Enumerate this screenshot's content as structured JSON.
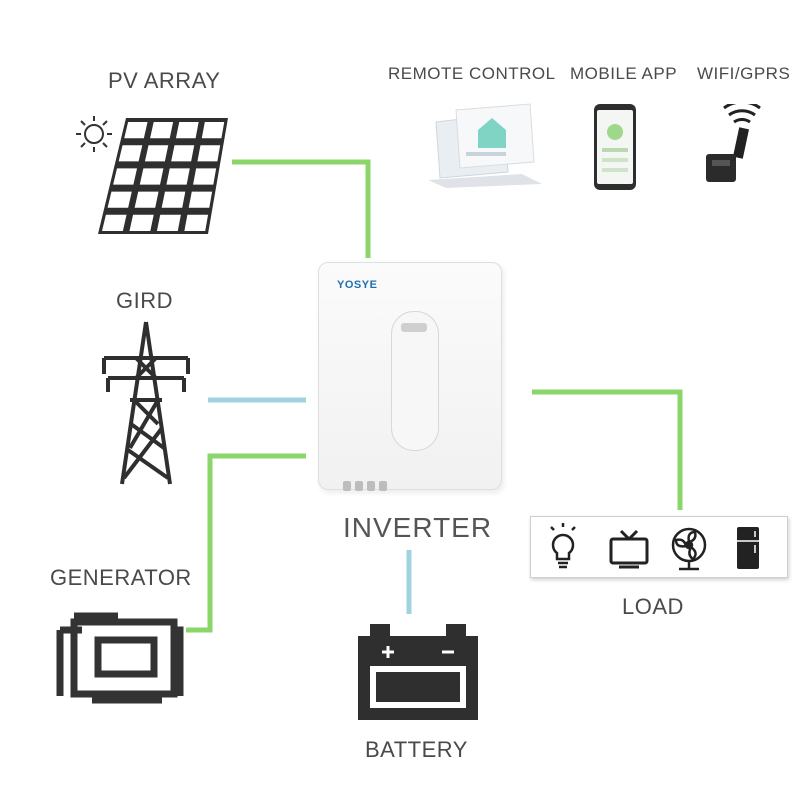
{
  "labels": {
    "pv_array": "PV ARRAY",
    "remote_control": "REMOTE CONTROL",
    "mobile_app": "MOBILE APP",
    "wifi_gprs": "WIFI/GPRS",
    "grid": "GIRD",
    "generator": "GENERATOR",
    "inverter": "INVERTER",
    "load": "LOAD",
    "battery": "BATTERY",
    "inverter_logo": "YOSYE"
  },
  "colors": {
    "green_wire": "#8bd66b",
    "blue_wire": "#9fd3e0",
    "icon_dark": "#3a3a3a",
    "text": "#4a4a4a",
    "logo_blue": "#1f6fb0"
  },
  "icons": {
    "pv": "solar-panel-icon",
    "sun": "sun-icon",
    "laptop": "laptop-icon",
    "phone": "phone-icon",
    "wifi": "wifi-dongle-icon",
    "grid": "transmission-tower-icon",
    "generator": "generator-icon",
    "battery": "battery-icon",
    "bulb": "lightbulb-icon",
    "tv": "tv-icon",
    "fan": "fan-icon",
    "fridge": "fridge-icon"
  }
}
